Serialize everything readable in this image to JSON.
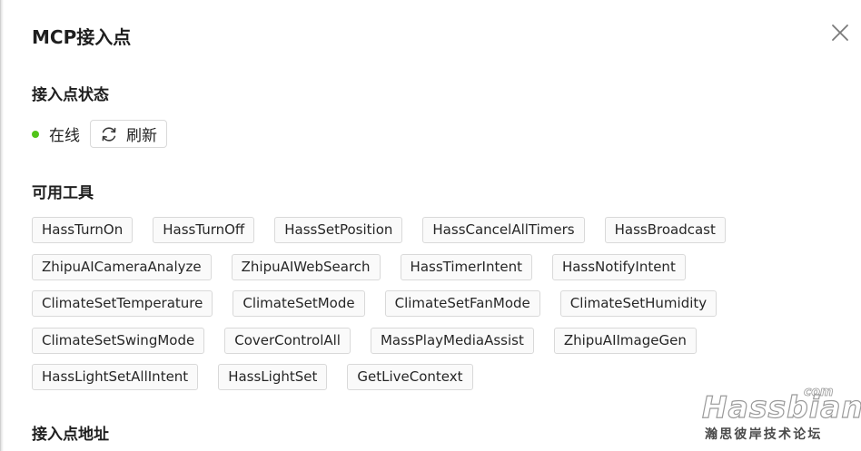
{
  "dialog": {
    "title": "MCP接入点",
    "close_icon": "close-icon"
  },
  "status_section": {
    "title": "接入点状态",
    "status_text": "在线",
    "status_color": "#52c41a",
    "refresh_label": "刷新",
    "refresh_icon": "refresh-icon"
  },
  "tools_section": {
    "title": "可用工具",
    "rows": [
      [
        "HassTurnOn",
        "HassTurnOff",
        "HassSetPosition",
        "HassCancelAllTimers",
        "HassBroadcast"
      ],
      [
        "ZhipuAICameraAnalyze",
        "ZhipuAIWebSearch",
        "HassTimerIntent",
        "HassNotifyIntent"
      ],
      [
        "ClimateSetTemperature",
        "ClimateSetMode",
        "ClimateSetFanMode",
        "ClimateSetHumidity"
      ],
      [
        "ClimateSetSwingMode",
        "CoverControlAll",
        "MassPlayMediaAssist",
        "ZhipuAIImageGen"
      ],
      [
        "HassLightSetAllIntent",
        "HassLightSet",
        "GetLiveContext"
      ]
    ]
  },
  "address_section": {
    "title": "接入点地址"
  },
  "watermark": {
    "brand": "Hassbian",
    "domain": "com",
    "subtitle": "瀚思彼岸技术论坛"
  }
}
